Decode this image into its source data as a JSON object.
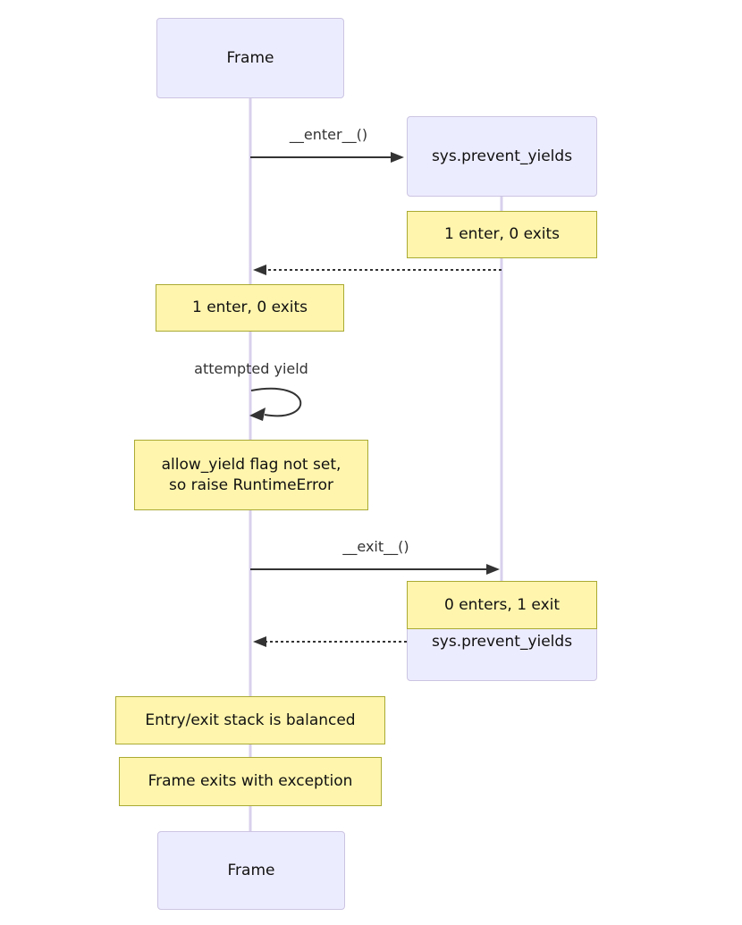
{
  "diagram": {
    "type": "sequence-diagram",
    "participants": {
      "frame_top": "Frame",
      "frame_bottom": "Frame",
      "sys_top": "sys.prevent_yields",
      "sys_bottom": "sys.prevent_yields"
    },
    "messages": {
      "enter_label": "__enter__()",
      "exit_label": "__exit__()",
      "self_label": "attempted yield"
    },
    "notes": {
      "sys_after_enter": "1 enter, 0 exits",
      "frame_after_enter": "1 enter, 0 exits",
      "yield_error": "allow_yield flag not set,\nso raise RuntimeError",
      "sys_after_exit": "0 enters, 1 exit",
      "stack_balanced": "Entry/exit stack is balanced",
      "frame_exception": "Frame exits with exception"
    },
    "colors": {
      "participant_fill": "#ECECFF",
      "participant_border": "#CCC4E2",
      "note_fill": "#FFF5AD",
      "note_border": "#AAAA33",
      "arrow": "#333333",
      "lifeline": "#D8D0EC",
      "text": "#111111"
    }
  }
}
